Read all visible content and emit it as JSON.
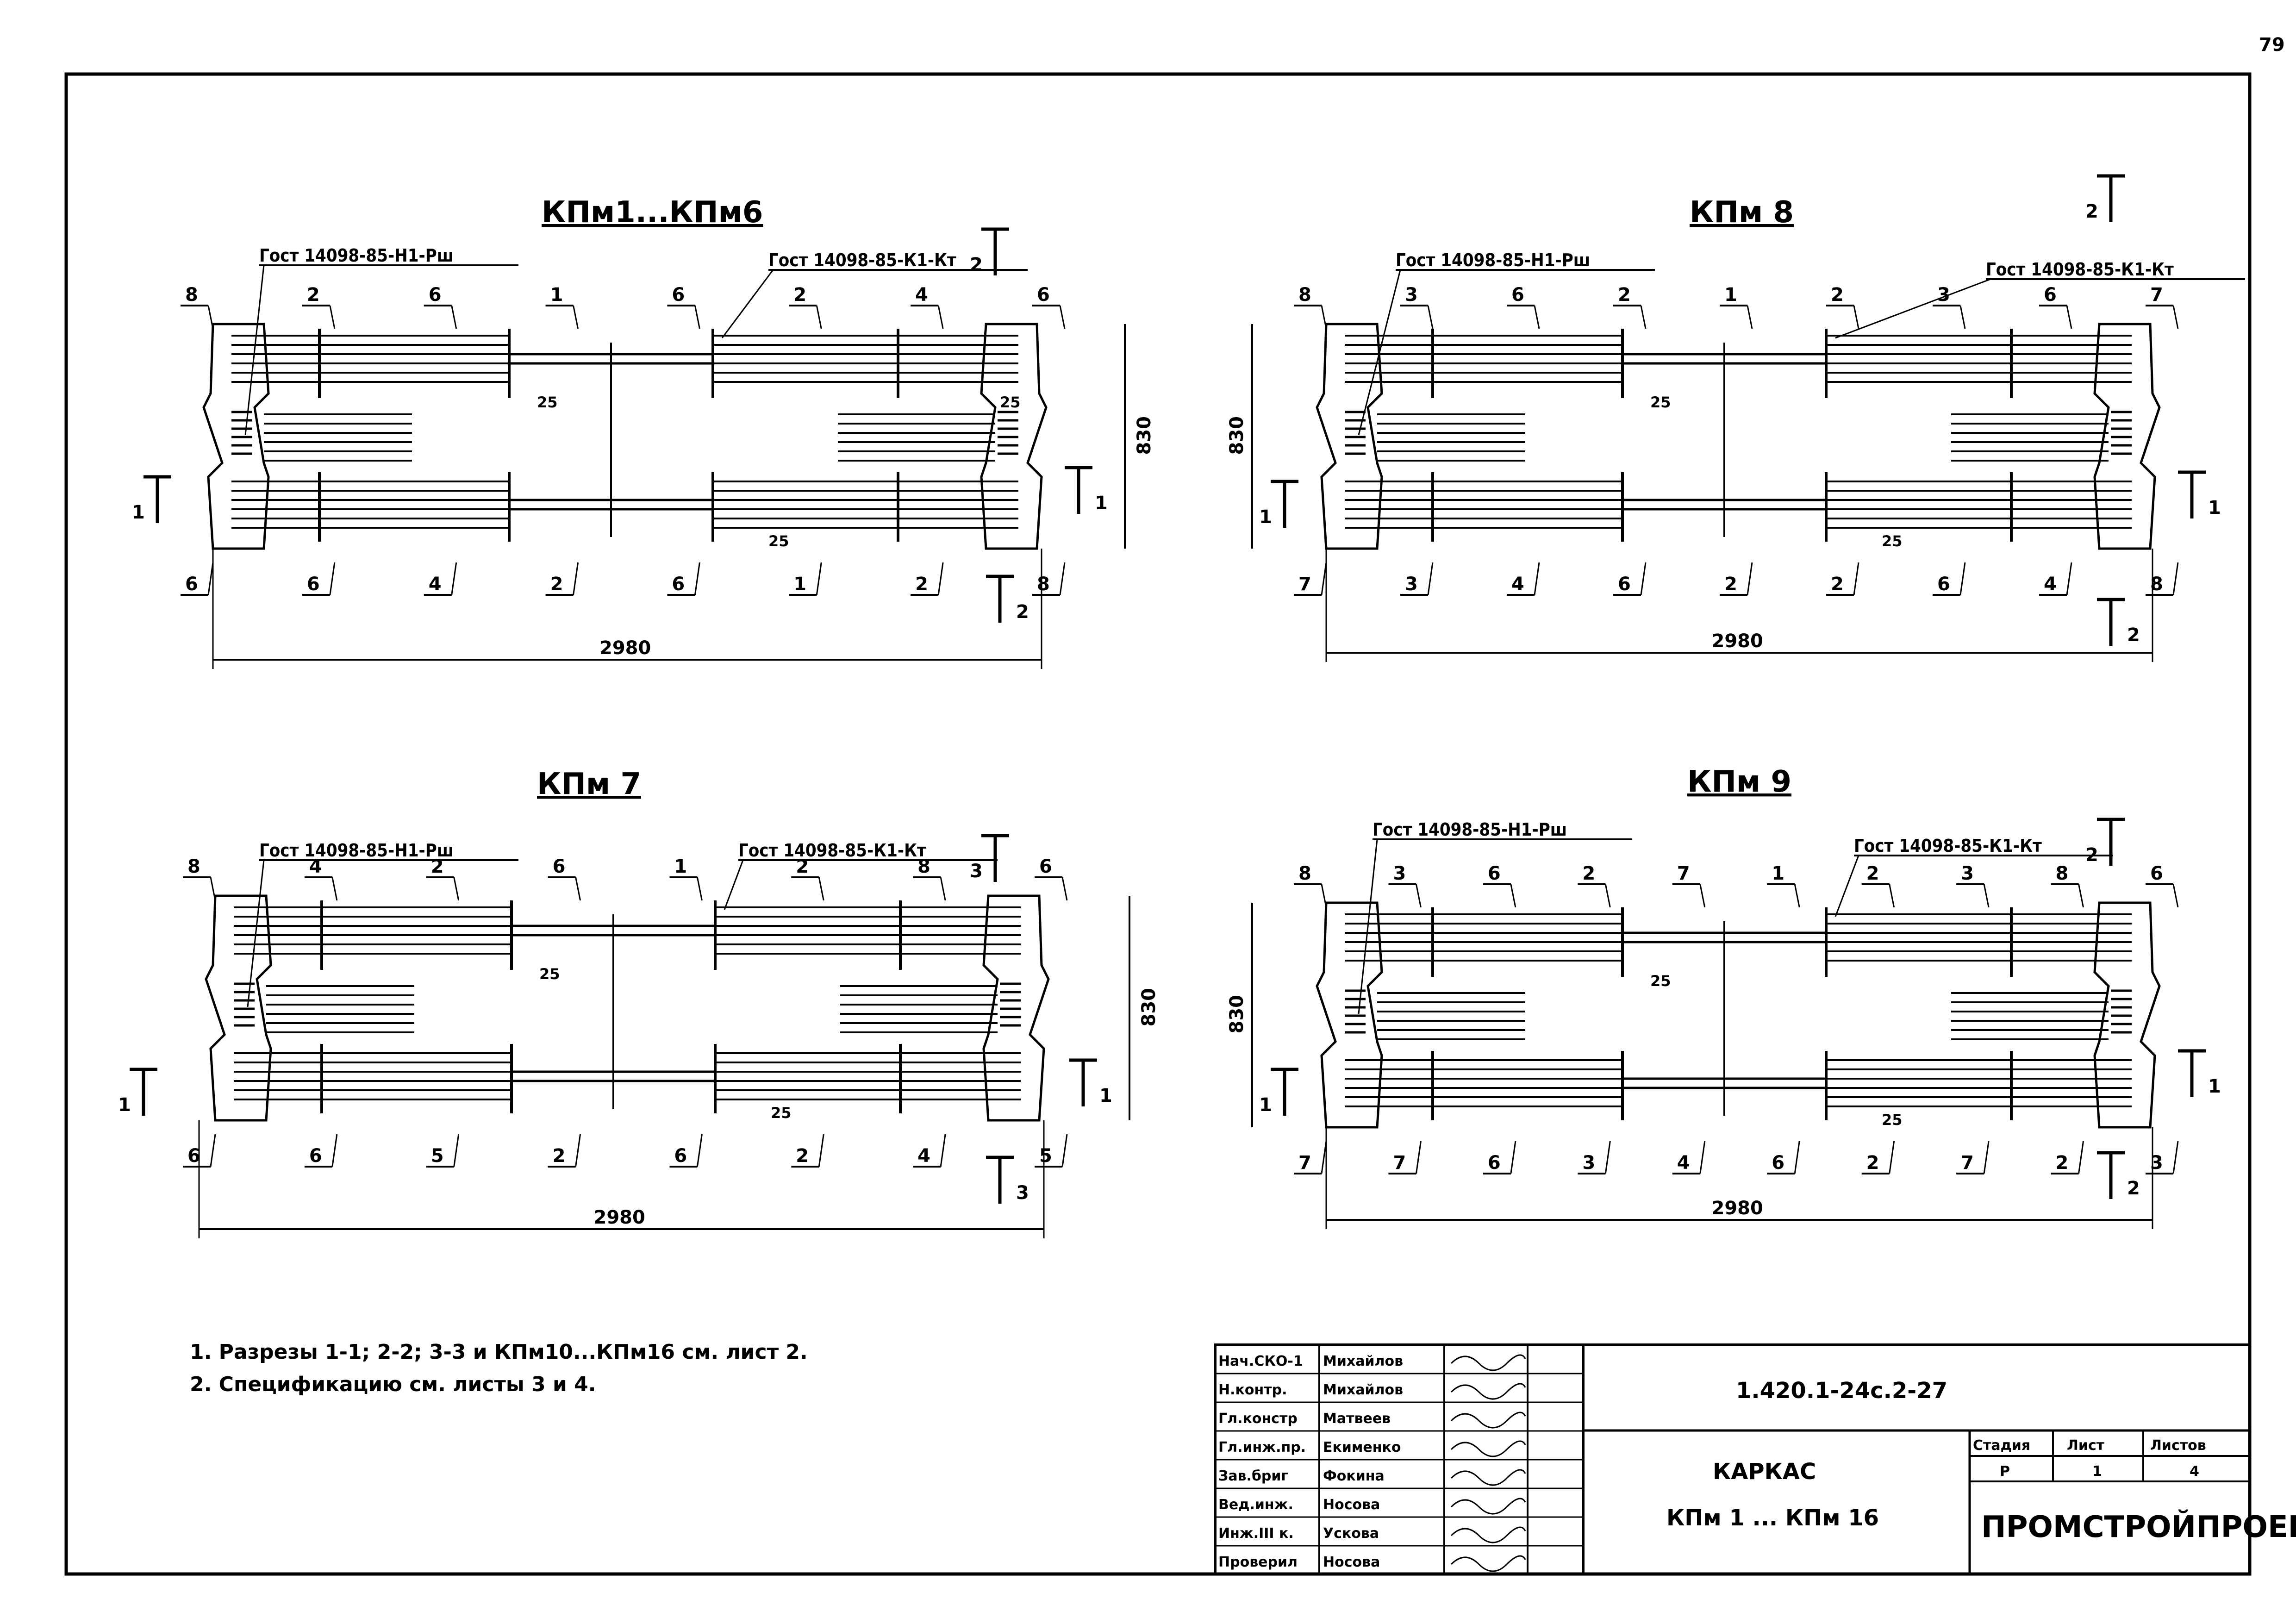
{
  "page_number": "79",
  "drawings": [
    {
      "id": "kpm1-6",
      "title": "КПм1...КПм6",
      "gost_left": "Гост 14098-85-Н1-Рш",
      "gost_right": "Гост 14098-85-К1-Кт",
      "width_dim": "2980",
      "height_dim": "830",
      "dims_small": [
        "25",
        "25",
        "25"
      ],
      "section_marks": [
        "1",
        "1",
        "2",
        "2"
      ],
      "labels": [
        "8",
        "2",
        "6",
        "1",
        "6",
        "2",
        "4",
        "6",
        "6",
        "6",
        "4",
        "2",
        "6",
        "1",
        "2",
        "8"
      ]
    },
    {
      "id": "kpm8",
      "title": "КПм 8",
      "gost_left": "Гост 14098-85-Н1-Рш",
      "gost_right": "Гост 14098-85-К1-Кт",
      "width_dim": "2980",
      "height_dim": "830",
      "dims_small": [
        "25",
        "25"
      ],
      "section_marks": [
        "1",
        "1",
        "2",
        "2"
      ],
      "labels": [
        "8",
        "3",
        "6",
        "2",
        "1",
        "2",
        "3",
        "6",
        "7",
        "7",
        "3",
        "4",
        "6",
        "2",
        "2",
        "6",
        "4",
        "8"
      ]
    },
    {
      "id": "kpm7",
      "title": "КПм 7",
      "gost_left": "Гост 14098-85-Н1-Рш",
      "gost_right": "Гост 14098-85-К1-Кт",
      "width_dim": "2980",
      "height_dim": "830",
      "dims_small": [
        "25",
        "25"
      ],
      "section_marks": [
        "1",
        "1",
        "3",
        "3"
      ],
      "labels": [
        "8",
        "4",
        "2",
        "6",
        "1",
        "2",
        "8",
        "6",
        "6",
        "6",
        "5",
        "2",
        "6",
        "2",
        "4",
        "5"
      ]
    },
    {
      "id": "kpm9",
      "title": "КПм 9",
      "gost_left": "Гост 14098-85-Н1-Рш",
      "gost_right": "Гост 14098-85-К1-Кт",
      "width_dim": "2980",
      "height_dim": "830",
      "dims_small": [
        "25",
        "25"
      ],
      "section_marks": [
        "1",
        "1",
        "2",
        "2"
      ],
      "labels": [
        "8",
        "3",
        "6",
        "2",
        "7",
        "1",
        "2",
        "3",
        "8",
        "6",
        "7",
        "7",
        "6",
        "3",
        "4",
        "6",
        "2",
        "7",
        "2",
        "3"
      ]
    }
  ],
  "notes": [
    "1. Разрезы 1-1; 2-2; 3-3 и КПм10...КПм16 см. лист 2.",
    "2. Спецификацию см. листы 3 и 4."
  ],
  "title_block": {
    "signers": [
      {
        "role": "Нач.СКО-1",
        "name": "Михайлов"
      },
      {
        "role": "Н.контр.",
        "name": "Михайлов"
      },
      {
        "role": "Гл.констр",
        "name": "Матвеев"
      },
      {
        "role": "Гл.инж.пр.",
        "name": "Екименко"
      },
      {
        "role": "Зав.бриг",
        "name": "Фокина"
      },
      {
        "role": "Вед.инж.",
        "name": "Носова"
      },
      {
        "role": "Инж.III к.",
        "name": "Ускова"
      },
      {
        "role": "Проверил",
        "name": "Носова"
      }
    ],
    "document_code": "1.420.1-24с.2-27",
    "title_line1": "КАРКАС",
    "title_line2": "КПм 1 ... КПм 16",
    "stage_header": "Стадия",
    "sheet_header": "Лист",
    "sheets_header": "Листов",
    "stage": "Р",
    "sheet": "1",
    "sheets": "4",
    "organization": "ПРОМСТРОЙПРОЕКТ"
  }
}
